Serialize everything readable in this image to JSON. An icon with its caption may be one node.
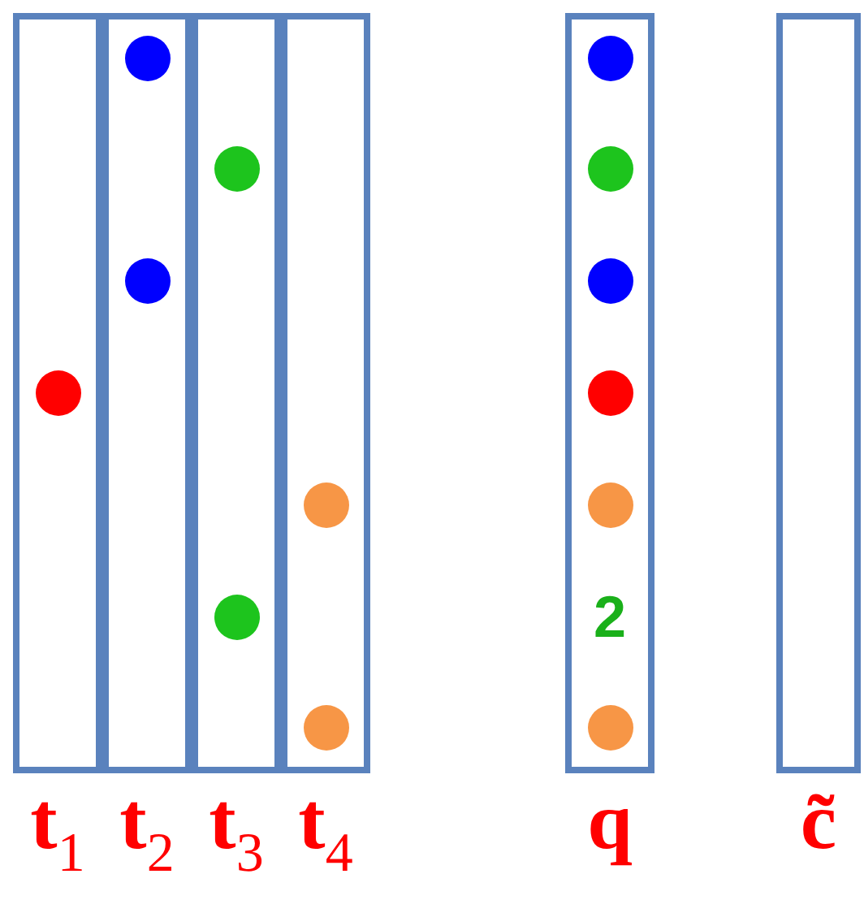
{
  "diagram": {
    "nodes": [
      {
        "text": [
          "**t**$_{1}$"
        ]
      },
      {
        "text": [],
        "shape": "circle",
        "in": 0
      },
      {
        "text": [
          "**t**$_{2}$"
        ]
      },
      {
        "text": [],
        "shape": "circle",
        "in": 2
      },
      {
        "text": [],
        "shape": "circle",
        "in": 2
      },
      {
        "text": [
          "**t**$_{3}$"
        ]
      },
      {
        "text": [],
        "shape": "circle",
        "in": 5
      },
      {
        "text": [],
        "shape": "circle",
        "in": 5
      },
      {
        "text": [
          "**t**$_{4}$"
        ]
      },
      {
        "text": [],
        "shape": "circle",
        "in": 8
      },
      {
        "text": [],
        "shape": "circle",
        "in": 8
      },
      {
        "text": [
          "q"
        ]
      },
      {
        "text": [],
        "shape": "circle",
        "in": 11
      },
      {
        "text": [],
        "shape": "circle",
        "in": 11
      },
      {
        "text": [],
        "shape": "circle",
        "in": 11
      },
      {
        "text": [],
        "shape": "circle",
        "in": 11
      },
      {
        "text": [],
        "shape": "circle",
        "in": 11
      },
      {
        "text": [
          "2"
        ],
        "in": 11
      },
      {
        "text": [],
        "shape": "circle",
        "in": 11
      },
      {
        "text": [
          "c̃"
        ]
      }
    ]
  }
}
